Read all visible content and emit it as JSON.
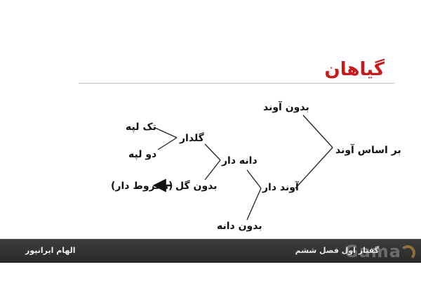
{
  "title": "گیاهان",
  "nodes": {
    "root": "بر اساس آوند",
    "no_vessel": "بدون آوند",
    "vascular": "آوند دار",
    "seed": "دانه دار",
    "no_seed": "بدون دانه",
    "flowering": "گلدار",
    "no_flower": "بدون گل",
    "conifer": "(مخروط دار)",
    "monocot": "تک لپه",
    "dicot": "دو لپه"
  },
  "footer": {
    "author": "الهام ایرانپور",
    "book": "گفتار اول فصل ششم",
    "watermark_text": "Gama"
  },
  "colors": {
    "title": "#c81a1a",
    "footer_bg": "#333333",
    "line": "#222222"
  }
}
